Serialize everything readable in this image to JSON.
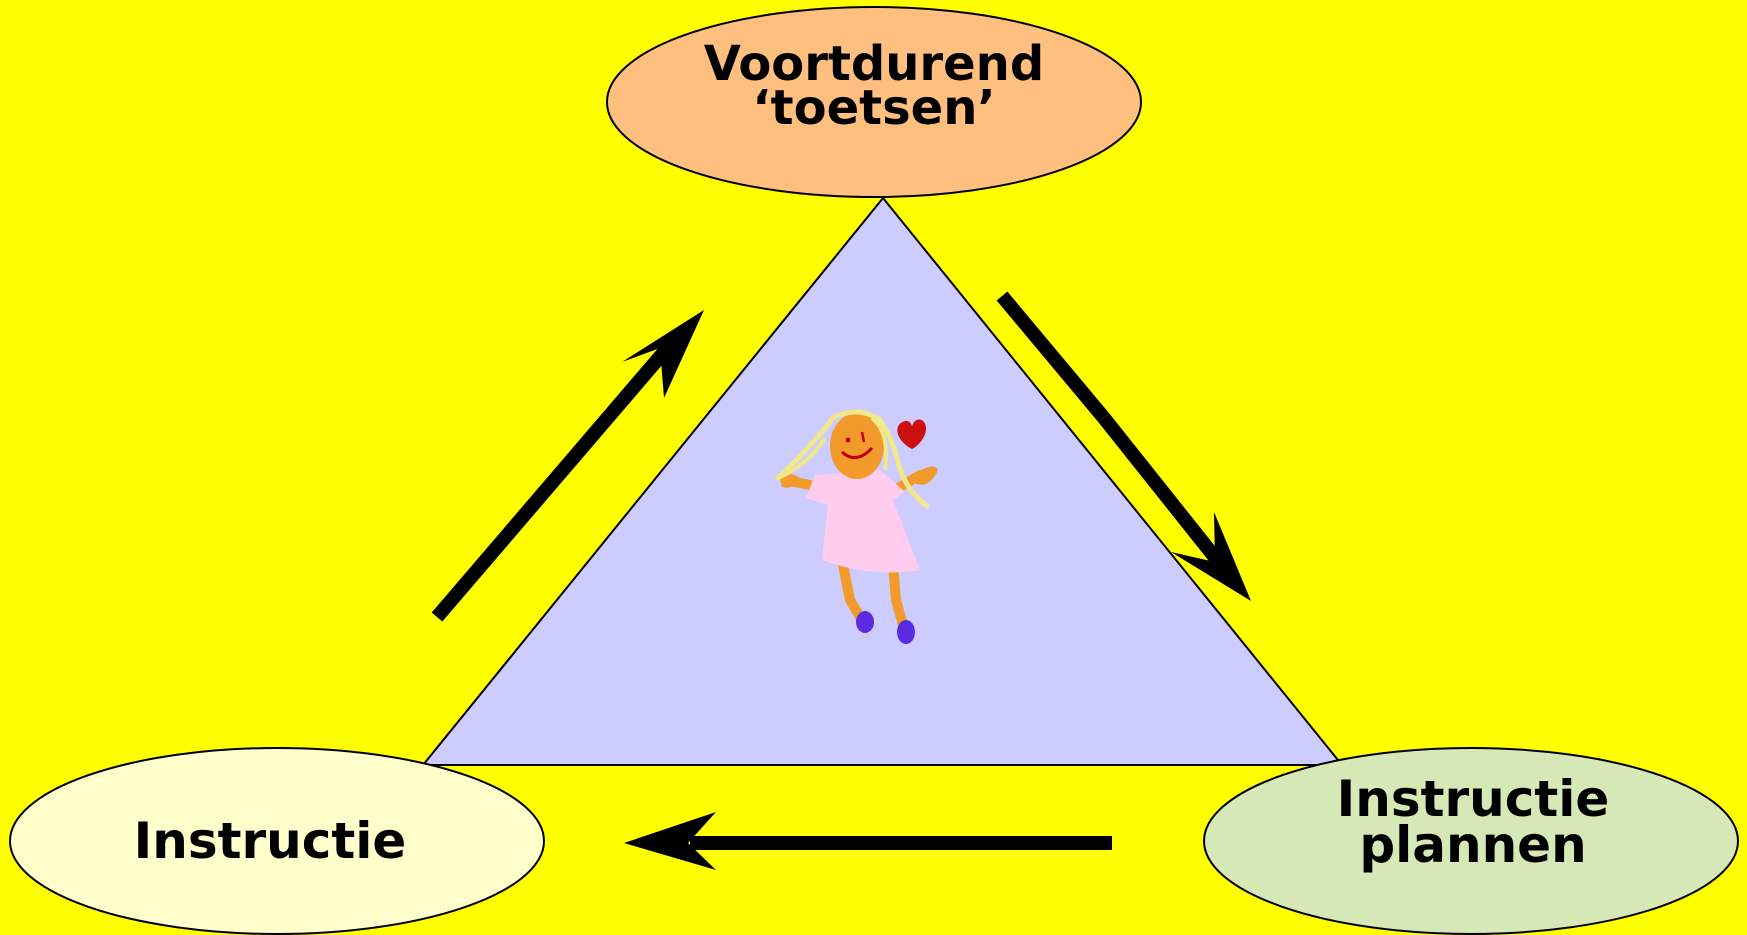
{
  "nodes": {
    "top": {
      "line1": "Voortdurend",
      "line2": "‘toetsen’"
    },
    "bottom_left": {
      "line1": "Instructie"
    },
    "bottom_right": {
      "line1": "Instructie",
      "line2": "plannen"
    }
  },
  "colors": {
    "background": "#ffff00",
    "triangle": "#ccccff",
    "top_node": "#ffbf7f",
    "bottom_left_node": "#ffffcc",
    "bottom_right_node": "#d6e8b5",
    "arrows": "#000000"
  },
  "icons": {
    "center": "girl-clipart-icon"
  }
}
